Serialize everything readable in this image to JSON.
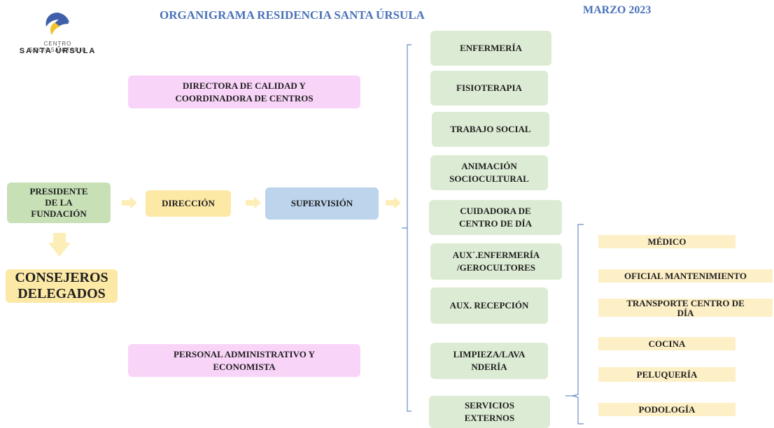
{
  "header": {
    "title": "ORGANIGRAMA RESIDENCIA SANTA ÚRSULA",
    "date": "MARZO 2023"
  },
  "logo": {
    "line1": "CENTRO SOCIOSANITARIO",
    "line2": "SANTA ÚRSULA"
  },
  "nodes": {
    "directora_line1": "DIRECTORA DE CALIDAD Y",
    "directora_line2": "COORDINADORA DE CENTROS",
    "personal_line1": "PERSONAL ADMINISTRATIVO Y",
    "personal_line2": "ECONOMISTA",
    "presidente_line1": "PRESIDENTE",
    "presidente_line2": "DE LA",
    "presidente_line3": "FUNDACIÓN",
    "direccion": "DIRECCIÓN",
    "supervision": "SUPERVISIÓN",
    "consejeros_line1": "CONSEJEROS",
    "consejeros_line2": "DELEGADOS"
  },
  "departments": [
    {
      "l1": "ENFERMERÍA",
      "l2": ""
    },
    {
      "l1": "FISIOTERAPIA",
      "l2": ""
    },
    {
      "l1": "TRABAJO SOCIAL",
      "l2": ""
    },
    {
      "l1": "ANIMACIÓN",
      "l2": "SOCIOCULTURAL"
    },
    {
      "l1": "CUIDADORA DE",
      "l2": "CENTRO DE DÍA"
    },
    {
      "l1": "AUX´.ENFERMERÍA",
      "l2": "/GEROCULTORES"
    },
    {
      "l1": "AUX. RECEPCIÓN",
      "l2": ""
    },
    {
      "l1": "LIMPIEZA/LAVA",
      "l2": "NDERÍA"
    },
    {
      "l1": "SERVICIOS",
      "l2": "EXTERNOS"
    }
  ],
  "external_services": [
    {
      "l1": "MÉDICO",
      "l2": ""
    },
    {
      "l1": "OFICIAL MANTENIMIENTO",
      "l2": ""
    },
    {
      "l1": "TRANSPORTE CENTRO DE",
      "l2": "DÍA"
    },
    {
      "l1": "COCINA",
      "l2": ""
    },
    {
      "l1": "PELUQUERÍA",
      "l2": ""
    },
    {
      "l1": "PODOLOGÍA",
      "l2": ""
    }
  ],
  "colors": {
    "title_blue": "#4a72b8",
    "green": "#dcebd3",
    "pink": "#f9d4f9",
    "yellow": "#fde9a6",
    "blue": "#bcd4ec",
    "cream": "#fdefc6",
    "arrow": "#fdeeb8",
    "bracket": "#6b8cc4"
  }
}
